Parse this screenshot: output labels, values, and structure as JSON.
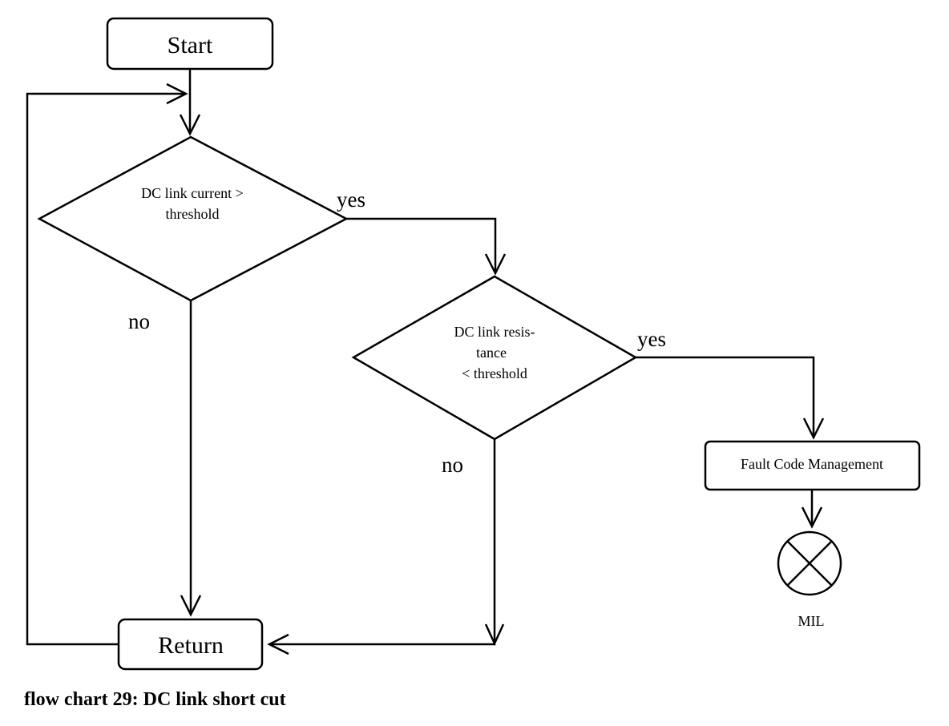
{
  "nodes": {
    "start": "Start",
    "decision1_line1": "DC link current >",
    "decision1_line2": "threshold",
    "decision2_line1": "DC link resis-",
    "decision2_line2": "tance",
    "decision2_line3": "< threshold",
    "fault": "Fault Code Management",
    "mil": "MIL",
    "return": "Return"
  },
  "edges": {
    "d1_yes": "yes",
    "d1_no": "no",
    "d2_yes": "yes",
    "d2_no": "no"
  },
  "caption": "flow chart 29: DC link short cut"
}
